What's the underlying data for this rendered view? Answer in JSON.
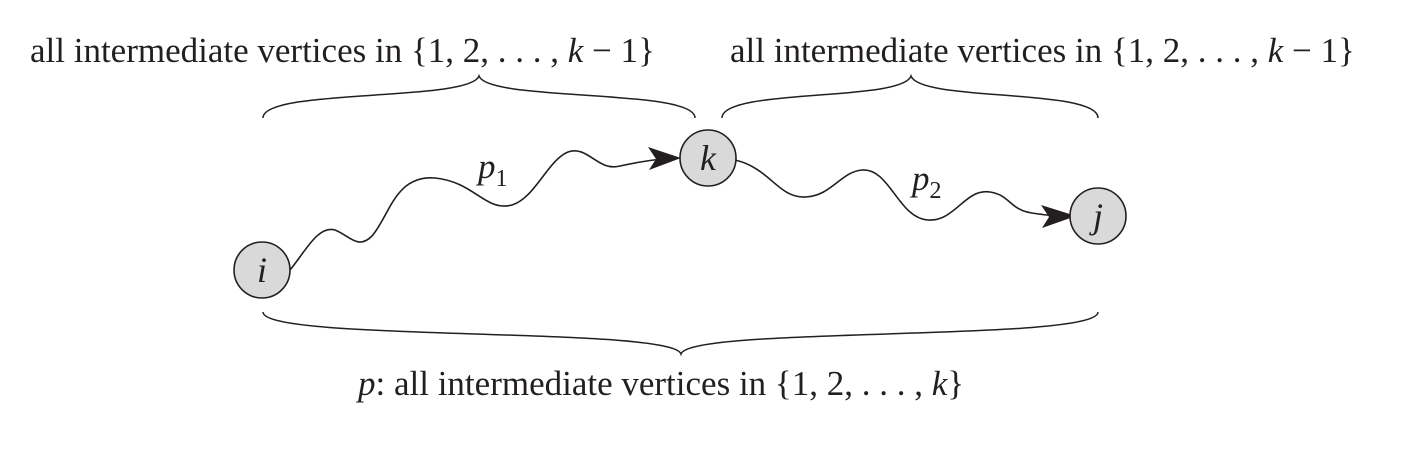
{
  "labels": {
    "top_left": {
      "prefix": "all intermediate vertices in {1, 2, . . . , ",
      "var": "k",
      "suffix": " − 1}"
    },
    "top_right": {
      "prefix": "all intermediate vertices in {1, 2, . . . , ",
      "var": "k",
      "suffix": " − 1}"
    },
    "bottom": {
      "var": "p",
      "prefix": ": all intermediate vertices in {1, 2, . . . , ",
      "var2": "k",
      "suffix": "}"
    }
  },
  "nodes": {
    "i": "i",
    "k": "k",
    "j": "j"
  },
  "paths": {
    "p1": {
      "letter": "p",
      "sub": "1"
    },
    "p2": {
      "letter": "p",
      "sub": "2"
    }
  },
  "colors": {
    "node_fill": "#d9d9d9",
    "ink": "#231f20"
  }
}
